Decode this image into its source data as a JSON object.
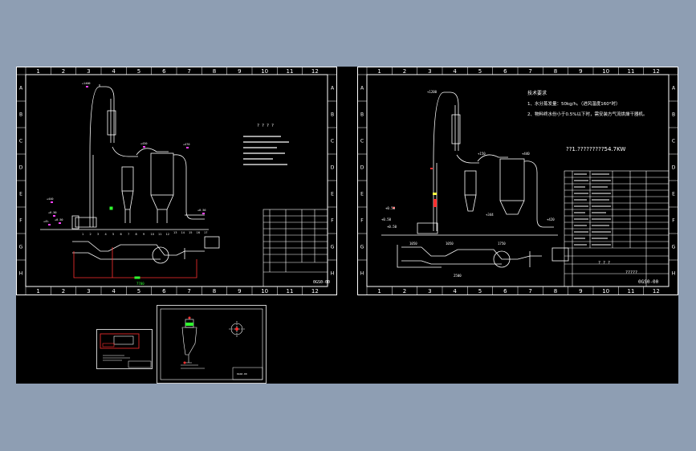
{
  "colors": {
    "background": "#8e9eb3",
    "canvas": "#000000",
    "line": "#ffffff",
    "red": "#ff3030",
    "green": "#30ff30",
    "magenta": "#ff40ff",
    "yellow": "#ffff40"
  },
  "sheet1": {
    "col_numbers": [
      "1",
      "2",
      "3",
      "4",
      "5",
      "6",
      "7",
      "8",
      "9",
      "10",
      "11",
      "12"
    ],
    "row_letters": [
      "A",
      "B",
      "C",
      "D",
      "E",
      "F",
      "G",
      "H"
    ],
    "elev_labels": [
      "+1400",
      "+430",
      "+470",
      "+440",
      "+0.50",
      "+0.50",
      "+0.50",
      "+4%"
    ],
    "part_numbers": [
      "1",
      "2",
      "3",
      "4",
      "5",
      "6",
      "7",
      "8",
      "9",
      "10",
      "11",
      "12",
      "13",
      "14",
      "15",
      "16",
      "17"
    ],
    "dimension": "7700",
    "tech_heading": "? ? ? ?",
    "drawing_no": "0GS0-00"
  },
  "sheet2": {
    "col_numbers": [
      "1",
      "2",
      "3",
      "4",
      "5",
      "6",
      "7",
      "8",
      "9",
      "10",
      "11",
      "12"
    ],
    "row_letters": [
      "A",
      "B",
      "C",
      "D",
      "E",
      "F",
      "G",
      "H"
    ],
    "tech_title": "技术要求",
    "tech_line1": "1、水分蒸发量：50kg/h。（进风温度160°时）",
    "tech_line2": "2、物料终水份小于0.5%以下时，需安装方气流烘燥干器机。",
    "power_note": "??1.?????????54.7KW",
    "elev_labels": [
      "+1200",
      "+150",
      "+440",
      "+344",
      "+0.50",
      "+0.50",
      "+0.50",
      "+420"
    ],
    "dims": [
      "1050",
      "1050",
      "1750",
      "2500"
    ],
    "title_block_text": "? ? ?",
    "title_block_code": "?????",
    "drawing_no": "0GS0-00"
  },
  "sheet3": {
    "title": "0GS0-00"
  }
}
